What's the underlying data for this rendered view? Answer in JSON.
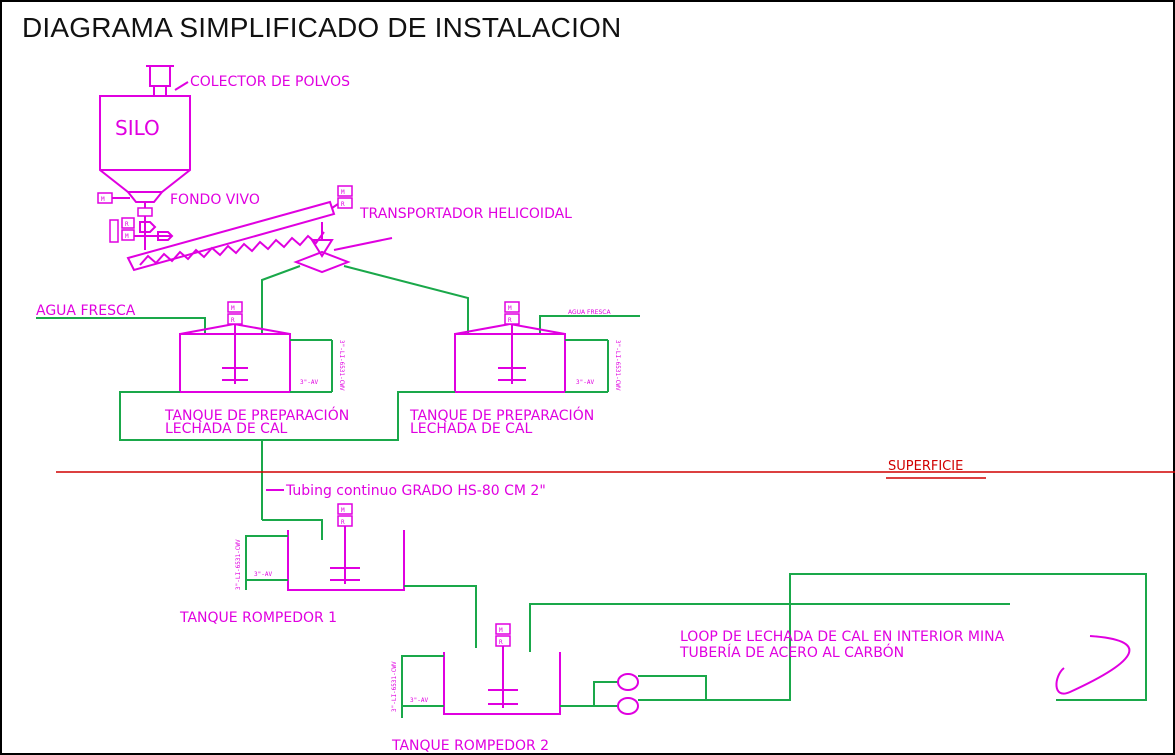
{
  "title": "DIAGRAMA SIMPLIFICADO DE INSTALACION",
  "labels": {
    "silo": "SILO",
    "collector": "COLECTOR DE POLVOS",
    "live_bottom": "FONDO VIVO",
    "screw_conveyor": "TRANSPORTADOR HELICOIDAL",
    "fresh_water": "AGUA FRESCA",
    "fresh_water_small": "AGUA FRESCA",
    "prep_tank_1_line1": "TANQUE DE PREPARACIÓN",
    "prep_tank_1_line2": "LECHADA DE CAL",
    "prep_tank_2_line1": "TANQUE DE PREPARACIÓN",
    "prep_tank_2_line2": "LECHADA DE CAL",
    "surface": "SUPERFICIE",
    "tubing": "Tubing continuo GRADO HS-80 CM 2\"",
    "breaker_tank_1": "TANQUE ROMPEDOR 1",
    "breaker_tank_2": "TANQUE ROMPEDOR 2",
    "loop_line1": "LOOP DE LECHADA DE CAL EN INTERIOR MINA",
    "loop_line2": "TUBERÍA DE ACERO AL CARBÓN",
    "motor": "M",
    "reducer": "R",
    "valve_size": "3\"-AV",
    "pipe_tag": "3\"-LI-6531-CWV"
  },
  "colors": {
    "equipment": "#e000e0",
    "piping": "#1aa84a",
    "surface_line": "#d00000",
    "frame": "#000000"
  }
}
